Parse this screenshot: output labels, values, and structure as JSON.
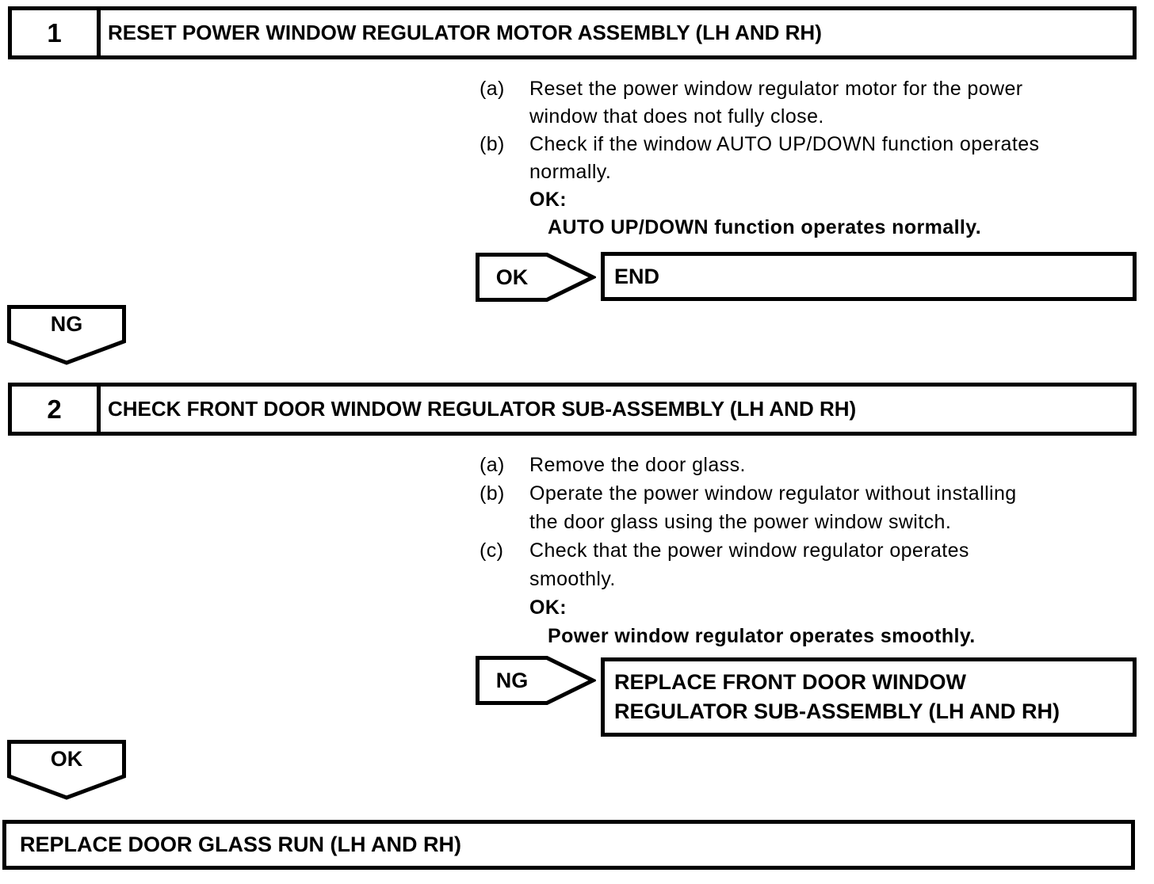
{
  "flowchart": {
    "colors": {
      "ink": "#000000",
      "background": "#ffffff"
    },
    "steps": [
      {
        "number": "1",
        "title": "RESET POWER WINDOW REGULATOR MOTOR ASSEMBLY (LH AND RH)",
        "substeps": [
          {
            "marker": "(a)",
            "lines": [
              "Reset the power window regulator motor for the power",
              "window that does not fully close."
            ]
          },
          {
            "marker": "(b)",
            "lines": [
              "Check if the window AUTO UP/DOWN function operates",
              "normally."
            ]
          }
        ],
        "ok_label": "OK:",
        "ok_condition": "AUTO UP/DOWN function operates normally.",
        "branch": {
          "arrow_label": "OK",
          "result_lines": [
            "END"
          ]
        },
        "next_label": "NG"
      },
      {
        "number": "2",
        "title": "CHECK FRONT DOOR WINDOW REGULATOR SUB-ASSEMBLY (LH AND RH)",
        "substeps": [
          {
            "marker": "(a)",
            "lines": [
              "Remove the door glass."
            ]
          },
          {
            "marker": "(b)",
            "lines": [
              "Operate the power window regulator without installing",
              "the door glass using the power window switch."
            ]
          },
          {
            "marker": "(c)",
            "lines": [
              "Check that the power window regulator operates",
              "smoothly."
            ]
          }
        ],
        "ok_label": "OK:",
        "ok_condition": "Power window regulator operates smoothly.",
        "branch": {
          "arrow_label": "NG",
          "result_lines": [
            "REPLACE FRONT DOOR WINDOW",
            "REGULATOR SUB-ASSEMBLY (LH AND RH)"
          ]
        },
        "next_label": "OK"
      }
    ],
    "final_action": "REPLACE DOOR GLASS RUN (LH AND RH)"
  }
}
